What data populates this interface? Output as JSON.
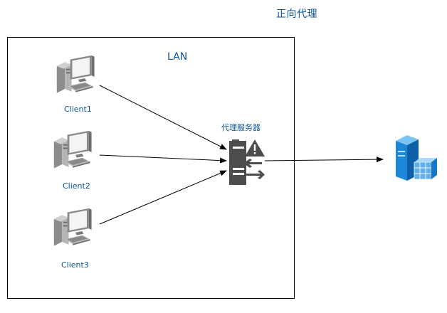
{
  "title": "正向代理",
  "lan_label": "LAN",
  "proxy_label": "代理服务器",
  "clients": [
    {
      "label": "Client1"
    },
    {
      "label": "Client2"
    },
    {
      "label": "Client3"
    }
  ],
  "icons": {
    "client": "desktop-computer-icon",
    "proxy": "proxy-server-icon",
    "target": "database-server-icon"
  },
  "colors": {
    "text": "#0b5394",
    "line": "#000000",
    "proxy_icon": "#4d4d4d",
    "server_blue": "#1e88d8",
    "computer_gray": "#9a9a9a"
  }
}
